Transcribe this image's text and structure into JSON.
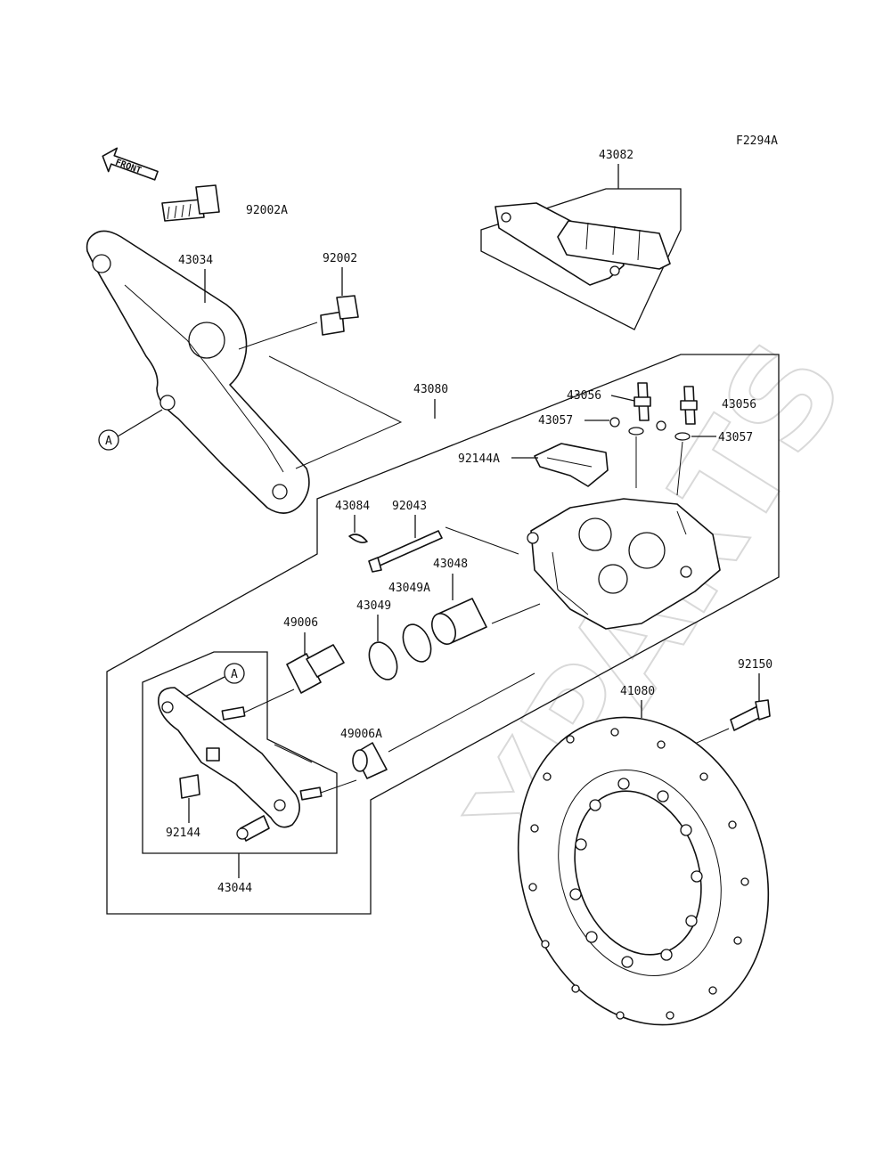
{
  "figure_code": "F2294A",
  "front_label": "FRONT",
  "ref_marker": "A",
  "watermark": "XPARTS",
  "callouts": [
    {
      "id": "c43082",
      "text": "43082"
    },
    {
      "id": "c92002A",
      "text": "92002A"
    },
    {
      "id": "c43034",
      "text": "43034"
    },
    {
      "id": "c92002",
      "text": "92002"
    },
    {
      "id": "c43080",
      "text": "43080"
    },
    {
      "id": "c43056a",
      "text": "43056"
    },
    {
      "id": "c43056b",
      "text": "43056"
    },
    {
      "id": "c43057a",
      "text": "43057"
    },
    {
      "id": "c43057b",
      "text": "43057"
    },
    {
      "id": "c92144A",
      "text": "92144A"
    },
    {
      "id": "c43084",
      "text": "43084"
    },
    {
      "id": "c92043",
      "text": "92043"
    },
    {
      "id": "c43048",
      "text": "43048"
    },
    {
      "id": "c43049A",
      "text": "43049A"
    },
    {
      "id": "c43049",
      "text": "43049"
    },
    {
      "id": "c49006",
      "text": "49006"
    },
    {
      "id": "c49006A",
      "text": "49006A"
    },
    {
      "id": "c92144",
      "text": "92144"
    },
    {
      "id": "c43044",
      "text": "43044"
    },
    {
      "id": "c92150",
      "text": "92150"
    },
    {
      "id": "c41080",
      "text": "41080"
    }
  ]
}
